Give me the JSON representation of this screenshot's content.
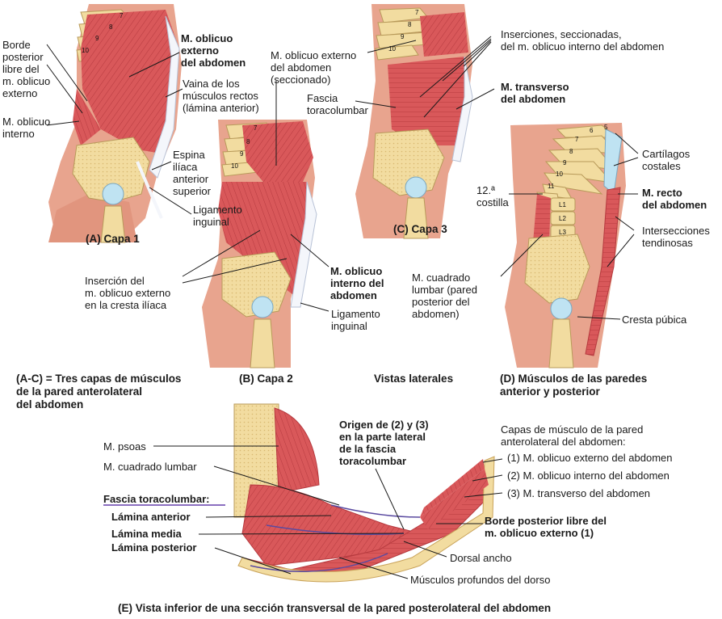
{
  "panelA": {
    "caption": "(A) Capa 1",
    "labels": {
      "borde": "Borde\nposterior\nlibre del\nm. oblicuo\nexterno",
      "interno": "M. oblicuo\ninterno",
      "externo": "M. oblicuo\nexterno\ndel abdomen",
      "vaina": "Vaina de los\nmúsculos rectos\n(lámina anterior)",
      "espina": "Espina\nilíaca\nanterior\nsuperior",
      "ligamento": "Ligamento\ninguinal"
    },
    "ribs": [
      "7",
      "8",
      "9",
      "10"
    ]
  },
  "panelB": {
    "caption": "(B) Capa 2",
    "labels": {
      "seccionado": "M. oblicuo externo\ndel abdomen\n(seccionado)",
      "insercion": "Inserción del\nm. oblicuo externo\nen la cresta ilíaca",
      "interno": "M. oblicuo\ninterno del\nabdomen",
      "ligamento": "Ligamento\ninguinal"
    },
    "ribs": [
      "7",
      "8",
      "9",
      "10"
    ]
  },
  "panelC": {
    "caption": "(C) Capa 3",
    "labels": {
      "inserciones": "Inserciones, seccionadas,\ndel m. oblicuo interno del abdomen",
      "fascia": "Fascia\ntoracolumbar",
      "transverso": "M. transverso\ndel abdomen"
    },
    "ribs": [
      "7",
      "8",
      "9",
      "10"
    ]
  },
  "panelD": {
    "caption": "(D) Músculos de las paredes\nanterior y posterior",
    "labels": {
      "cartilagos": "Cartílagos\ncostales",
      "recto": "M. recto\ndel abdomen",
      "costilla": "12.ª\ncostilla",
      "intersecciones": "Intersecciones\ntendinosas",
      "cuadrado": "M. cuadrado\nlumbar (pared\nposterior del\nabdomen)",
      "cresta": "Cresta púbica"
    },
    "ribs": [
      "5",
      "6",
      "7",
      "8",
      "9",
      "10",
      "11"
    ],
    "vertebrae": [
      "L1",
      "L2",
      "L3"
    ]
  },
  "captions": {
    "ac": "(A-C) = Tres capas de músculos\nde la pared anterolateral\ndel abdomen",
    "vistas": "Vistas laterales"
  },
  "panelE": {
    "caption": "(E) Vista inferior de una sección transversal de la pared posterolateral del abdomen",
    "labels": {
      "psoas": "M. psoas",
      "cuadrado": "M. cuadrado lumbar",
      "fascia_title": "Fascia toracolumbar:",
      "lamina_anterior": "Lámina anterior",
      "lamina_media": "Lámina media",
      "lamina_posterior": "Lámina posterior",
      "origen": "Origen de (2) y (3)\nen la parte lateral\nde la fascia\ntoracolumbar",
      "capas": "Capas de músculo de la pared\nanterolateral del abdomen:",
      "capa1": "(1) M. oblicuo externo del abdomen",
      "capa2": "(2) M. oblicuo interno del abdomen",
      "capa3": "(3) M. transverso del abdomen",
      "borde": "Borde posterior libre del\nm. oblicuo externo (1)",
      "dorsal": "Dorsal ancho",
      "profundos": "Músculos profundos del dorso"
    }
  },
  "colors": {
    "muscle": "#d9585a",
    "muscle_dark": "#b63a3f",
    "skin": "#e8a48e",
    "bone": "#f2dca0",
    "fascia": "#ffffff",
    "fascia_title_underline": "#8b6fc0"
  }
}
